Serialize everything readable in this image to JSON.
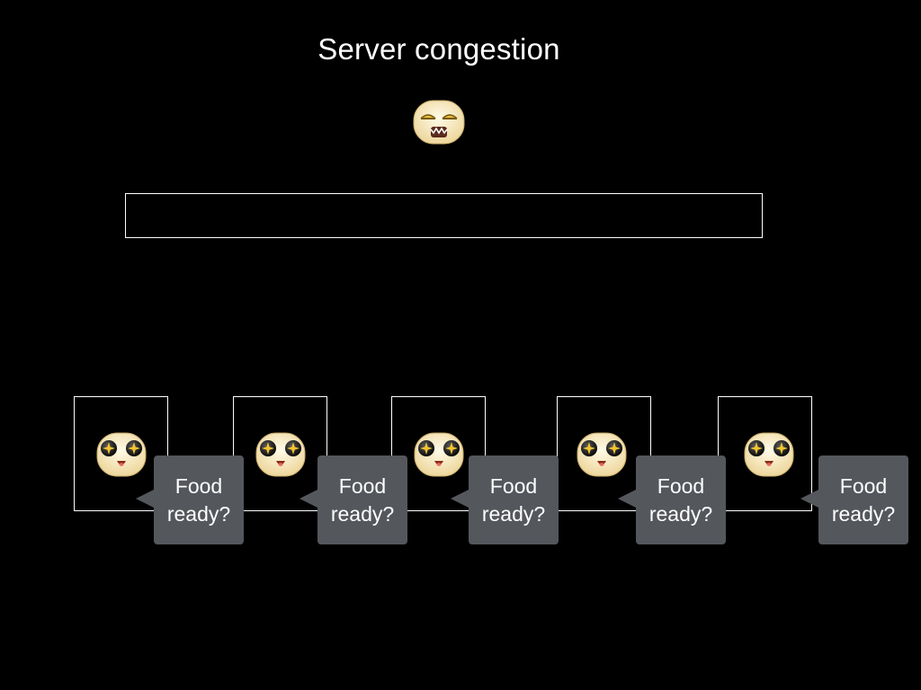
{
  "title": "Server congestion",
  "server": {
    "icon": "sleepy-server-face-icon"
  },
  "clients": [
    {
      "icon": "excited-customer-face-icon",
      "bubble_line1": "Food",
      "bubble_line2": "ready?"
    },
    {
      "icon": "excited-customer-face-icon",
      "bubble_line1": "Food",
      "bubble_line2": "ready?"
    },
    {
      "icon": "excited-customer-face-icon",
      "bubble_line1": "Food",
      "bubble_line2": "ready?"
    },
    {
      "icon": "excited-customer-face-icon",
      "bubble_line1": "Food",
      "bubble_line2": "ready?"
    },
    {
      "icon": "excited-customer-face-icon",
      "bubble_line1": "Food",
      "bubble_line2": "ready?"
    }
  ],
  "colors": {
    "background": "#000000",
    "bubble": "#54575c",
    "face": "#f6e3a8"
  }
}
